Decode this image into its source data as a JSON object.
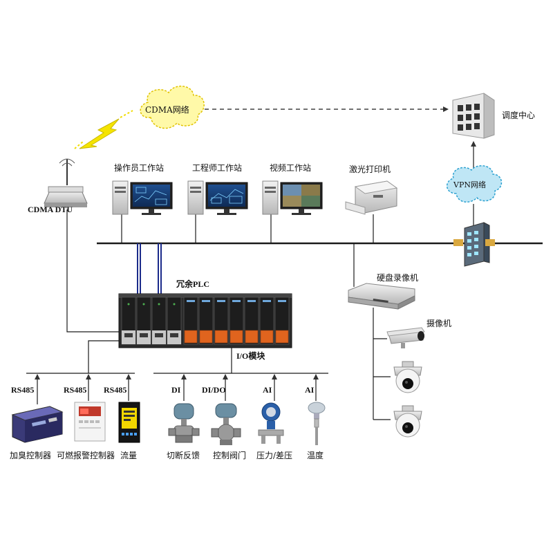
{
  "cloud_cdma": "CDMA网络",
  "cloud_vpn": "VPN网络",
  "dispatch_center": "调度中心",
  "cdma_dtu": "CDMA DTU",
  "workstations": [
    {
      "label": "操作员工作站",
      "screen": "scada"
    },
    {
      "label": "工程师工作站",
      "screen": "scada"
    },
    {
      "label": "视频工作站",
      "screen": "video"
    }
  ],
  "printer": "激光打印机",
  "plc": "冗余PLC",
  "io_module": "I/O模块",
  "dvr": "硬盘录像机",
  "camera": "摄像机",
  "serial_links": [
    {
      "protocol": "RS485",
      "device": "加臭控制器"
    },
    {
      "protocol": "RS485",
      "device": "可燃报警控制器"
    },
    {
      "protocol": "RS485",
      "device": "流量"
    }
  ],
  "io_links": [
    {
      "signal": "DI",
      "device": "切断反馈"
    },
    {
      "signal": "DI/DO",
      "device": "控制阀门"
    },
    {
      "signal": "AI",
      "device": "压力/差压"
    },
    {
      "signal": "AI",
      "device": "温度"
    }
  ],
  "colors": {
    "line": "#1a1a1a",
    "cloud_fill": "#fff9a8",
    "cloud_stroke": "#e0c200",
    "vpn_fill": "#bfe6f5",
    "vpn_stroke": "#2aa0d0",
    "plc_body": "#2b2b2b",
    "plc_orange": "#e0641e",
    "fiber": "#1a2a8a",
    "lightning": "#f5e400"
  }
}
